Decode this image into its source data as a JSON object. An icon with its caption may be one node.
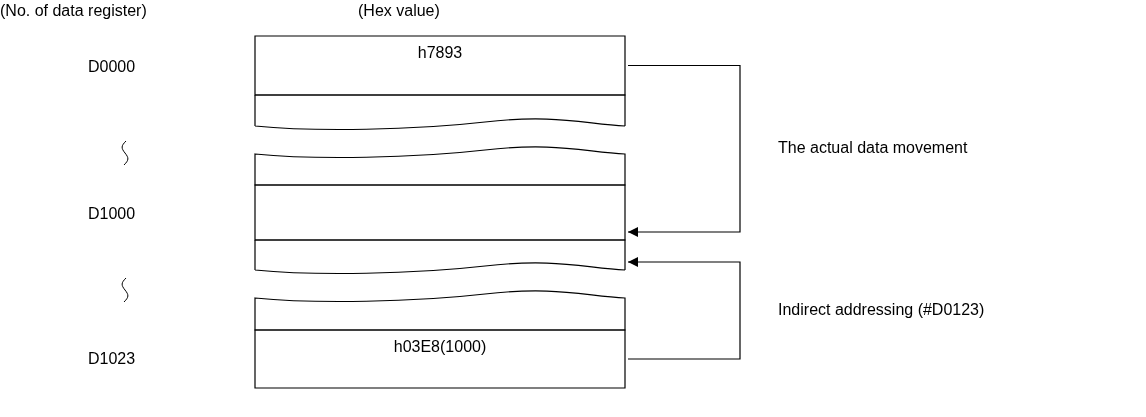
{
  "diagram": {
    "nodes": [
      {
        "text": [
          "h7893"
        ]
      },
      {
        "text": [],
        "shape": "box"
      },
      {
        "text": [],
        "shape": "box"
      },
      {
        "text": [],
        "shape": "box"
      },
      {
        "text": [],
        "shape": "box"
      },
      {
        "text": [],
        "shape": "box"
      },
      {
        "text": [
          "h03E8(1000)"
        ]
      }
    ],
    "edges": [
      {
        "from": 0,
        "to": 3,
        "arrow": "to",
        "label": "The actual data movement"
      },
      {
        "from": 6,
        "to": 4,
        "arrow": "to",
        "label": "Indirect addressing (#D0123)"
      }
    ],
    "labels": [
      "(No. of data register)",
      "(Hex value)",
      "D0000",
      "D1000",
      "D1023"
    ]
  }
}
